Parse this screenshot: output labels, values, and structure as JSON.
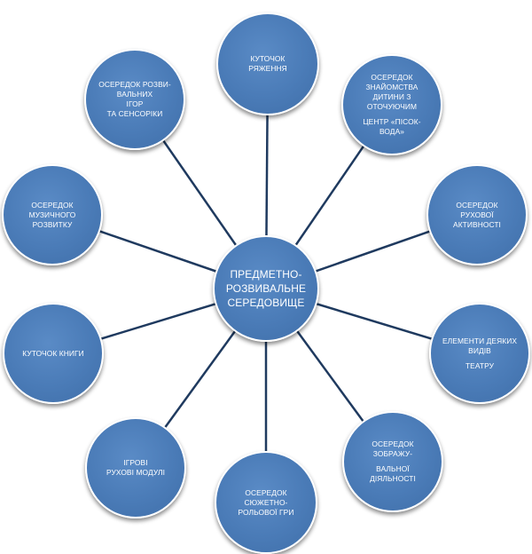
{
  "center": {
    "lines": [
      "ПРЕДМЕТНО-",
      "РОЗВИВАЛЬНЕ",
      "СЕРЕДОВИЩЕ"
    ]
  },
  "nodes": [
    {
      "id": "kutochok-ryazhennia",
      "lines": [
        "КУТОЧОК",
        "РЯЖЕННЯ"
      ]
    },
    {
      "id": "oseredok-znaiomstva",
      "lines": [
        "ОСЕРЕДОК",
        "ЗНАЙОМСТВА",
        "ДИТИНИ З",
        "ОТОЧУЮЧИМ",
        "",
        "ЦЕНТР «ПІСОК-",
        "ВОДА»"
      ]
    },
    {
      "id": "oseredok-rukhovoi-aktyvnosti",
      "lines": [
        "ОСЕРЕДОК",
        "РУХОВОЇ",
        "АКТИВНОСТІ"
      ]
    },
    {
      "id": "elementy-teatru",
      "lines": [
        "ЕЛЕМЕНТИ ДЕЯКИХ",
        "ВИДІВ",
        "",
        "ТЕАТРУ"
      ]
    },
    {
      "id": "oseredok-zobrazhuvalnoi",
      "lines": [
        "ОСЕРЕДОК",
        "ЗОБРАЖУ-",
        "",
        "ВАЛЬНОЇ",
        "ДІЯЛЬНОСТІ"
      ]
    },
    {
      "id": "oseredok-siuzhetno-rolovoi",
      "lines": [
        "ОСЕРЕДОК",
        "СЮЖЕТНО-",
        "РОЛЬОВОЇ ГРИ"
      ]
    },
    {
      "id": "ihrovi-rukhovi-moduli",
      "lines": [
        "ІГРОВІ",
        "РУХОВІ МОДУЛІ"
      ]
    },
    {
      "id": "kutochok-knyhy",
      "lines": [
        "КУТОЧОК КНИГИ"
      ]
    },
    {
      "id": "oseredok-muzychnoho",
      "lines": [
        "ОСЕРЕДОК",
        "МУЗИЧНОГО",
        "РОЗВИТКУ"
      ]
    },
    {
      "id": "oseredok-rozvyvalnykh-ihor",
      "lines": [
        "ОСЕРЕДОК РОЗВИ-",
        "ВАЛЬНИХ",
        "ІГОР",
        "ТА СЕНСОРІКИ"
      ]
    }
  ],
  "colors": {
    "node_fill": "#4a7bb7",
    "node_border": "#ffffff",
    "connector": "#1f3a5f",
    "text": "#ffffff"
  }
}
